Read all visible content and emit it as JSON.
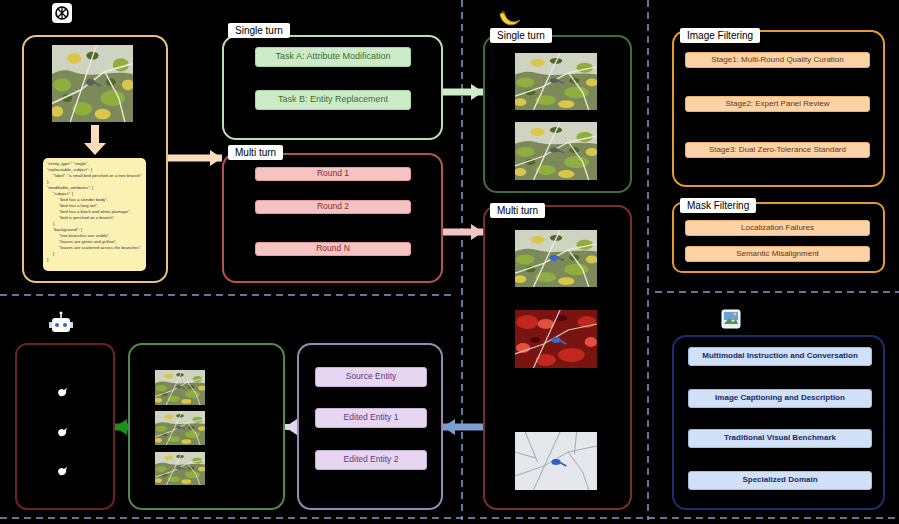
{
  "diagram": {
    "nodes": [
      {
        "text": []
      },
      {
        "text": [
          "\"entity_type\": \"single\",",
          "\"replaceable_subject\": {",
          "\"label\": \"a small bird perched on a tree branch\"",
          "},",
          "\"modifiable_attributes\": {",
          "\"subject\": [",
          "\"bird has a slender body\",",
          "\"bird has a long tail\",",
          "\"bird has a black and white plumage\",",
          "\"bird is perched on a branch\"",
          "],",
          "\"background\": [",
          "\"tree branches are visible\",",
          "\"leaves are green and yellow\",",
          "\"leaves are scattered across the branches\"",
          "]",
          "}"
        ],
        "in": 0
      },
      {
        "text": [
          "Single turn"
        ]
      },
      {
        "text": [
          "Task A: Attribute Modification"
        ],
        "in": 2
      },
      {
        "text": [
          "Task B: Entity Replacement"
        ],
        "in": 2
      },
      {
        "text": [
          "Multi turn"
        ]
      },
      {
        "text": [
          "Round 1"
        ],
        "in": 5
      },
      {
        "text": [
          "Round 2"
        ],
        "in": 5
      },
      {
        "text": [
          "Round N"
        ],
        "in": 5
      },
      {
        "text": [
          "Single turn"
        ]
      },
      {
        "text": [
          "Multi turn"
        ]
      },
      {
        "text": [
          "Image Filtering"
        ]
      },
      {
        "text": [
          "Stage1: Multi-Round Quality Curation"
        ],
        "in": 11
      },
      {
        "text": [
          "Stage2: Expert Panel Review"
        ],
        "in": 11
      },
      {
        "text": [
          "Stage3: Dual Zero-Tolerance Standard"
        ],
        "in": 11
      },
      {
        "text": [
          "Mask Filtering"
        ]
      },
      {
        "text": [
          "Localization Failures"
        ],
        "in": 15
      },
      {
        "text": [
          "Semantic Misalignment"
        ],
        "in": 15
      },
      {
        "text": []
      },
      {
        "text": [
          "Multimodal Instruction and Conversation"
        ],
        "in": 18
      },
      {
        "text": [
          "Image Captioning and Description"
        ],
        "in": 18
      },
      {
        "text": [
          "Traditional Visual Benchmark"
        ],
        "in": 18
      },
      {
        "text": [
          "Specialized Domain"
        ],
        "in": 18
      },
      {
        "text": []
      },
      {
        "text": []
      },
      {
        "text": []
      },
      {
        "text": [
          "Source Entity"
        ],
        "in": 25
      },
      {
        "text": [
          "Edited Entity 1"
        ],
        "in": 25
      },
      {
        "text": [
          "Edited Entity 2"
        ],
        "in": 25
      }
    ],
    "edges": [
      {
        "from": 0,
        "to": 5,
        "arrow": "to"
      },
      {
        "from": 2,
        "to": 9,
        "arrow": "to"
      },
      {
        "from": 5,
        "to": 10,
        "arrow": "to"
      },
      {
        "from": 10,
        "to": 25,
        "arrow": "to"
      },
      {
        "from": 25,
        "to": 24,
        "arrow": "to"
      },
      {
        "from": 24,
        "to": 23,
        "arrow": "to"
      }
    ]
  }
}
